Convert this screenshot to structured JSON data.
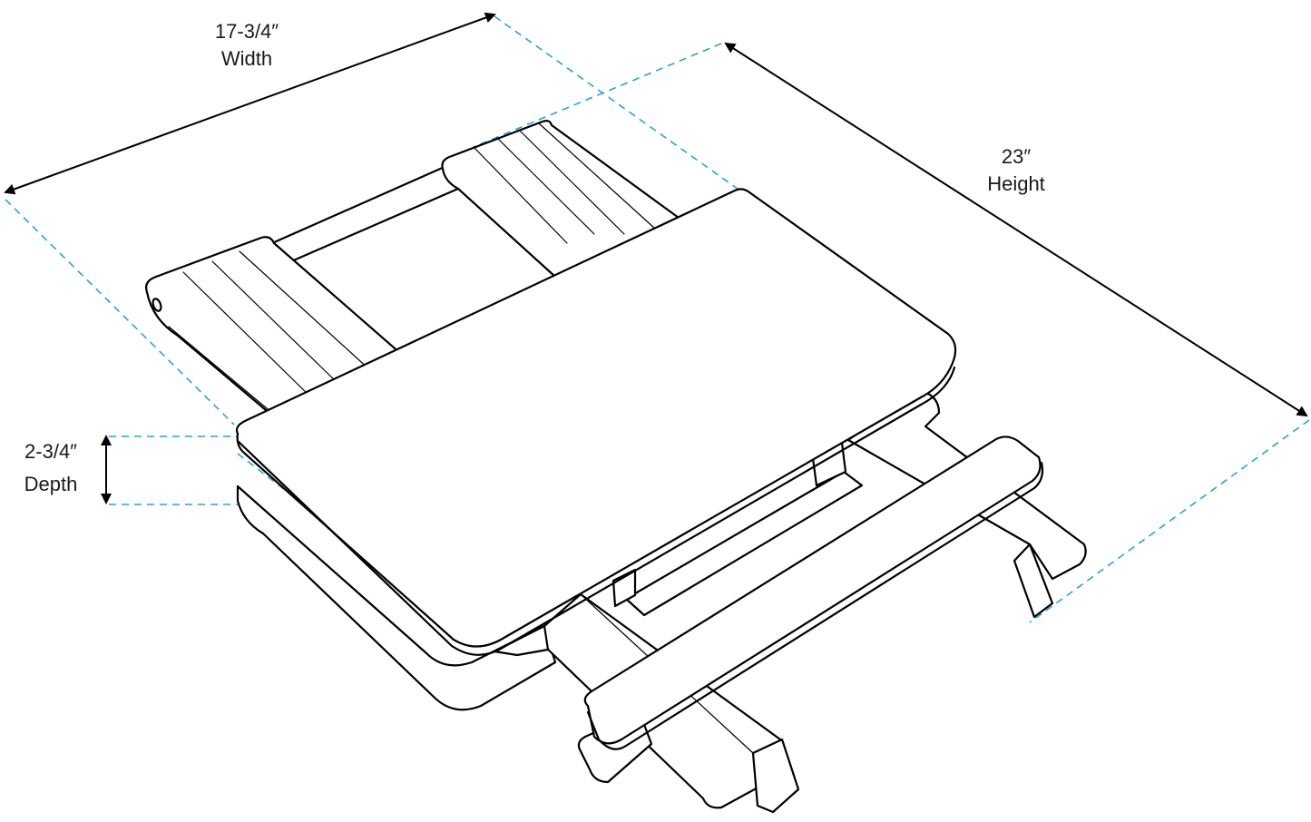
{
  "colors": {
    "guide": "#2aa3cf",
    "line": "#000000",
    "background": "#ffffff"
  },
  "dimensions": {
    "width": {
      "value": "17-3/4″",
      "label": "Width"
    },
    "height": {
      "value": "23″",
      "label": "Height"
    },
    "depth": {
      "value": "2-3/4″",
      "label": "Depth"
    }
  }
}
